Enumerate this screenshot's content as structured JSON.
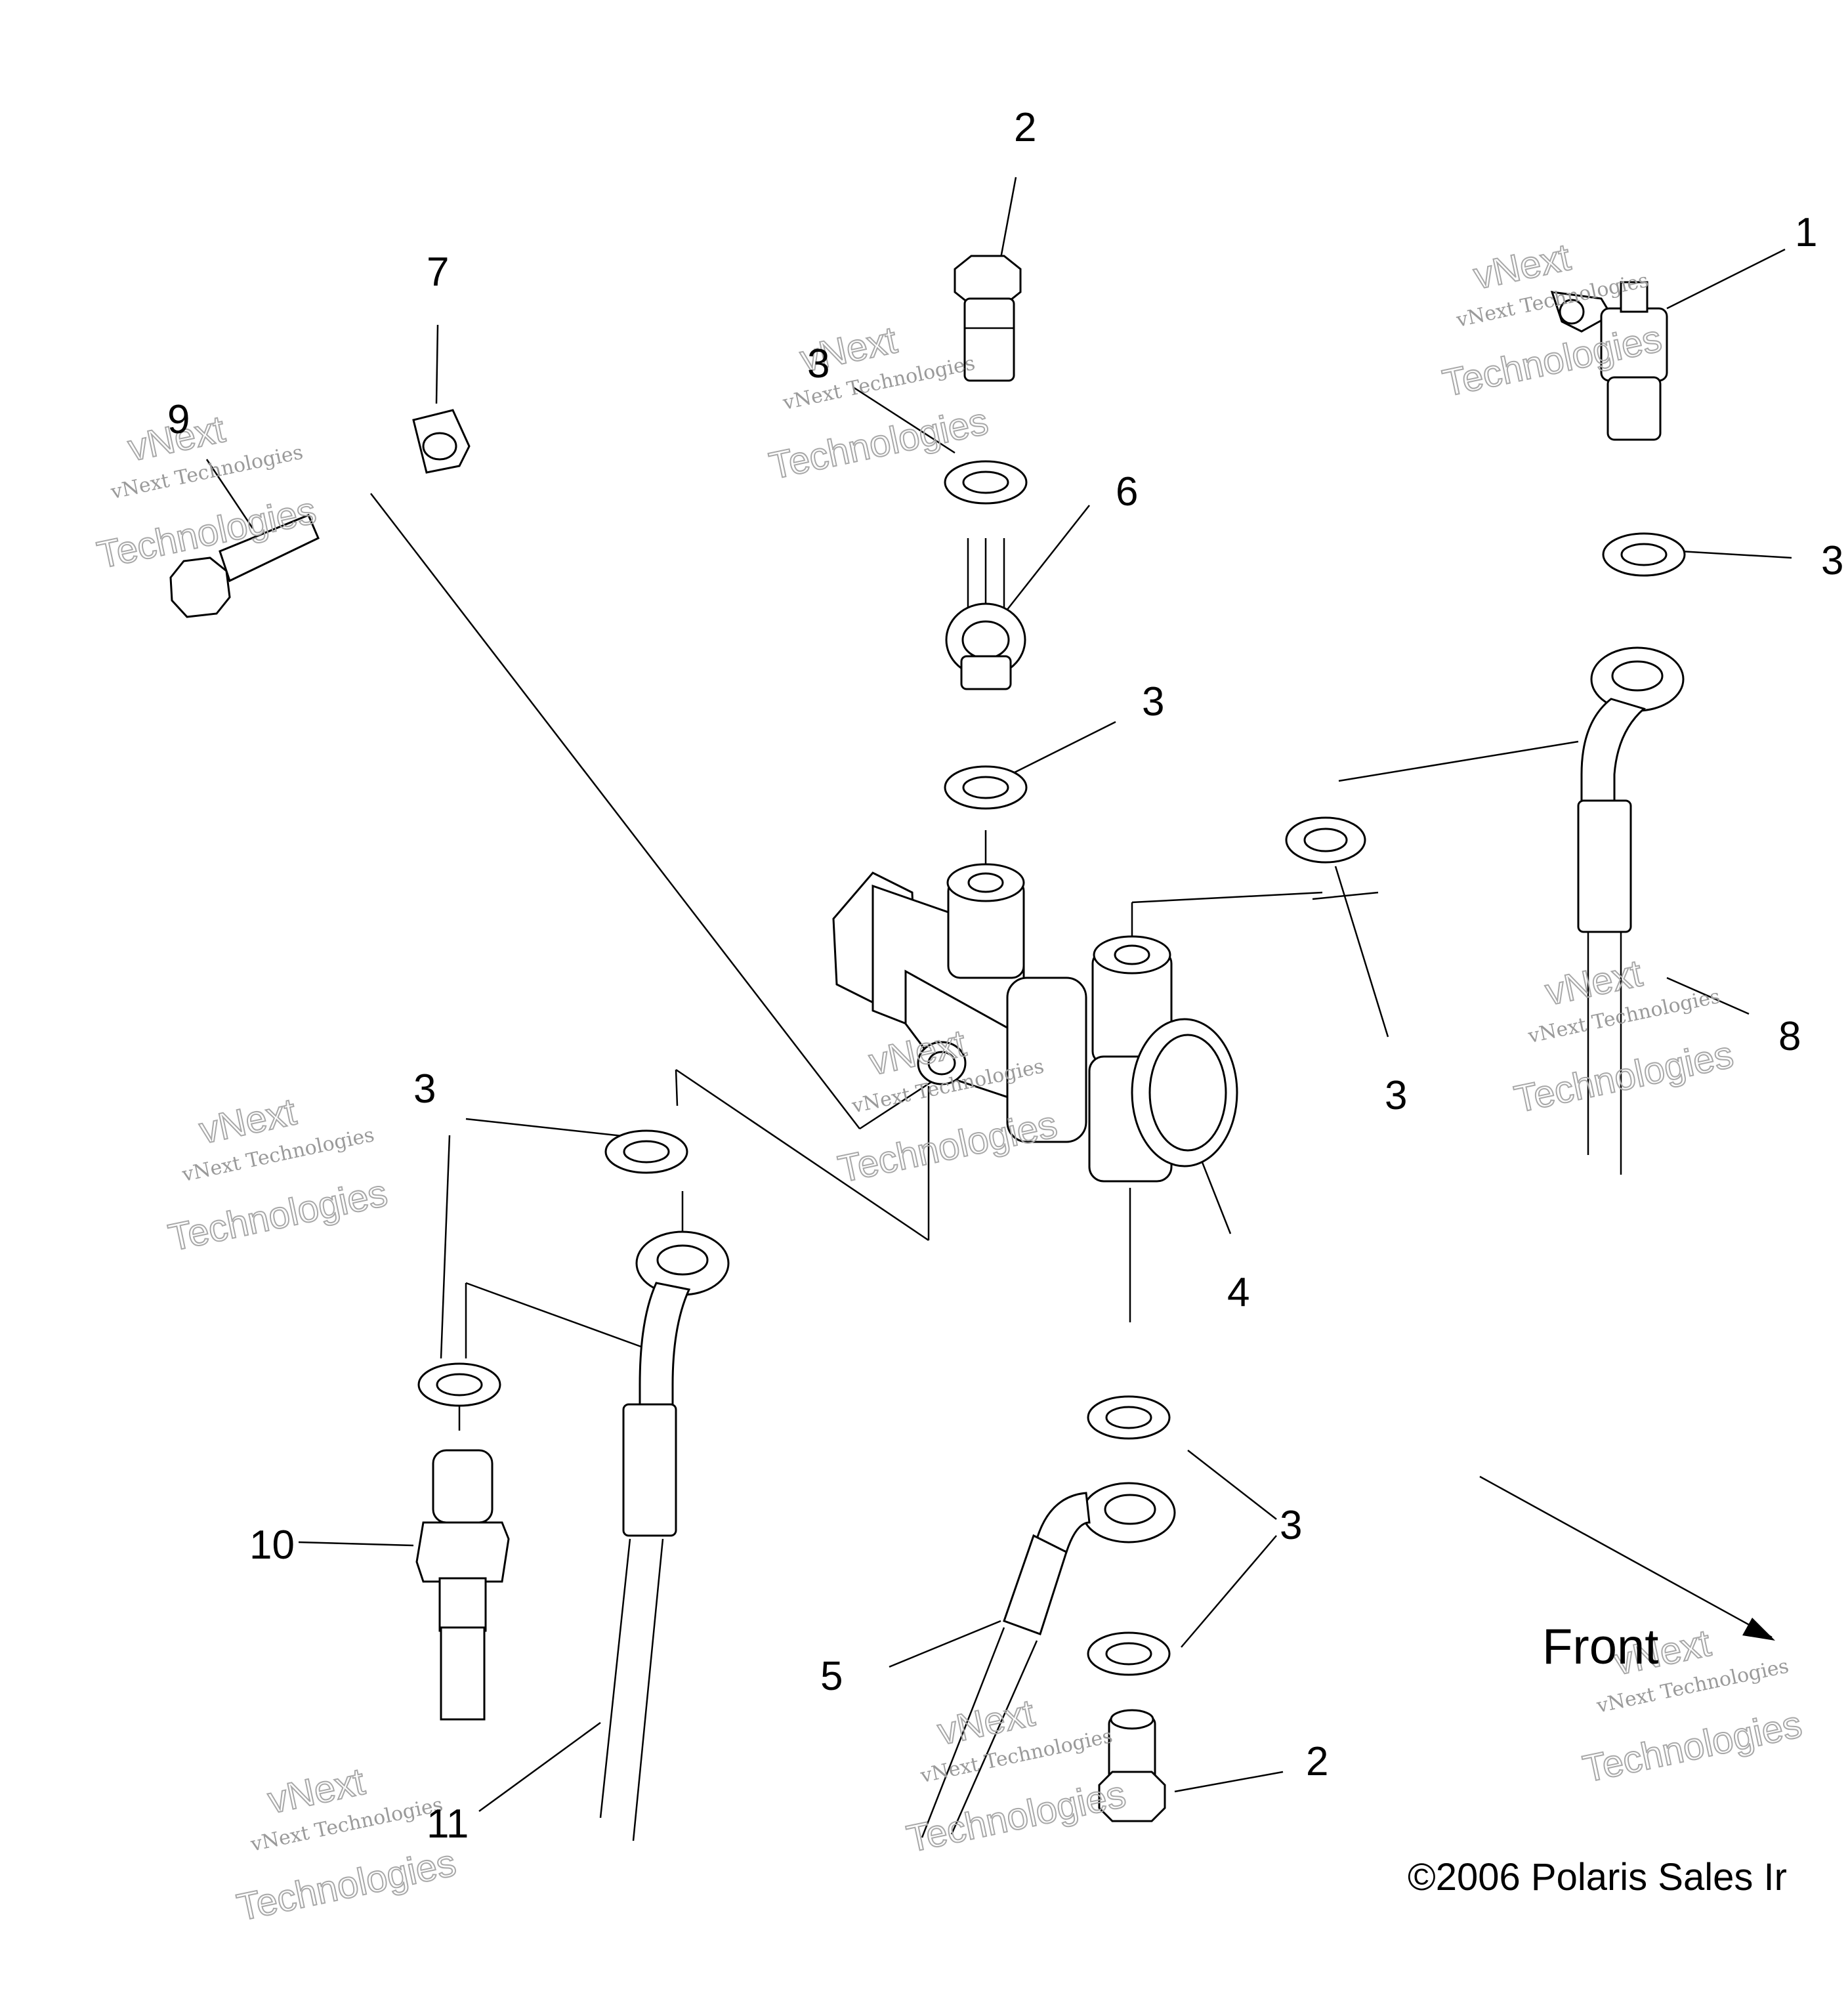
{
  "callouts": [
    {
      "id": "c1",
      "text": "1"
    },
    {
      "id": "c2a",
      "text": "2"
    },
    {
      "id": "c2b",
      "text": "2"
    },
    {
      "id": "c3a",
      "text": "3"
    },
    {
      "id": "c3b",
      "text": "3"
    },
    {
      "id": "c3c",
      "text": "3"
    },
    {
      "id": "c3d",
      "text": "3"
    },
    {
      "id": "c3e",
      "text": "3"
    },
    {
      "id": "c3f",
      "text": "3"
    },
    {
      "id": "c4",
      "text": "4"
    },
    {
      "id": "c5",
      "text": "5"
    },
    {
      "id": "c6",
      "text": "6"
    },
    {
      "id": "c7",
      "text": "7"
    },
    {
      "id": "c8",
      "text": "8"
    },
    {
      "id": "c9",
      "text": "9"
    },
    {
      "id": "c10",
      "text": "10"
    },
    {
      "id": "c11",
      "text": "11"
    }
  ],
  "front_label": "Front",
  "copyright": "©2006 Polaris Sales Ir",
  "watermark": {
    "line1": "vNext Technologies",
    "line2": "Technologies",
    "line3": "vNext"
  }
}
